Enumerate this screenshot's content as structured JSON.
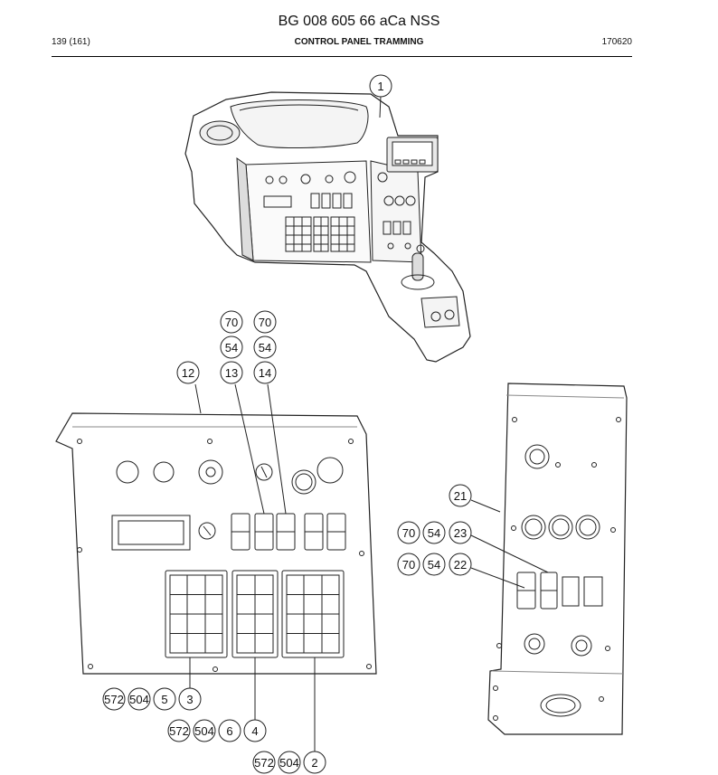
{
  "header": {
    "document_code": "BG 008 605 66 aCa NSS",
    "page": "139 (161)",
    "section_title": "CONTROL PANEL TRAMMING",
    "date": "170620"
  },
  "callouts": {
    "c1": "1",
    "c70a": "70",
    "c70b": "70",
    "c54a": "54",
    "c54b": "54",
    "c12": "12",
    "c13": "13",
    "c14": "14",
    "c21": "21",
    "c70c": "70",
    "c54c": "54",
    "c23": "23",
    "c70d": "70",
    "c54d": "54",
    "c22": "22",
    "c572a": "572",
    "c504a": "504",
    "c5": "5",
    "c3": "3",
    "c572b": "572",
    "c504b": "504",
    "c6": "6",
    "c4": "4",
    "c572c": "572",
    "c504c": "504",
    "c2": "2"
  }
}
